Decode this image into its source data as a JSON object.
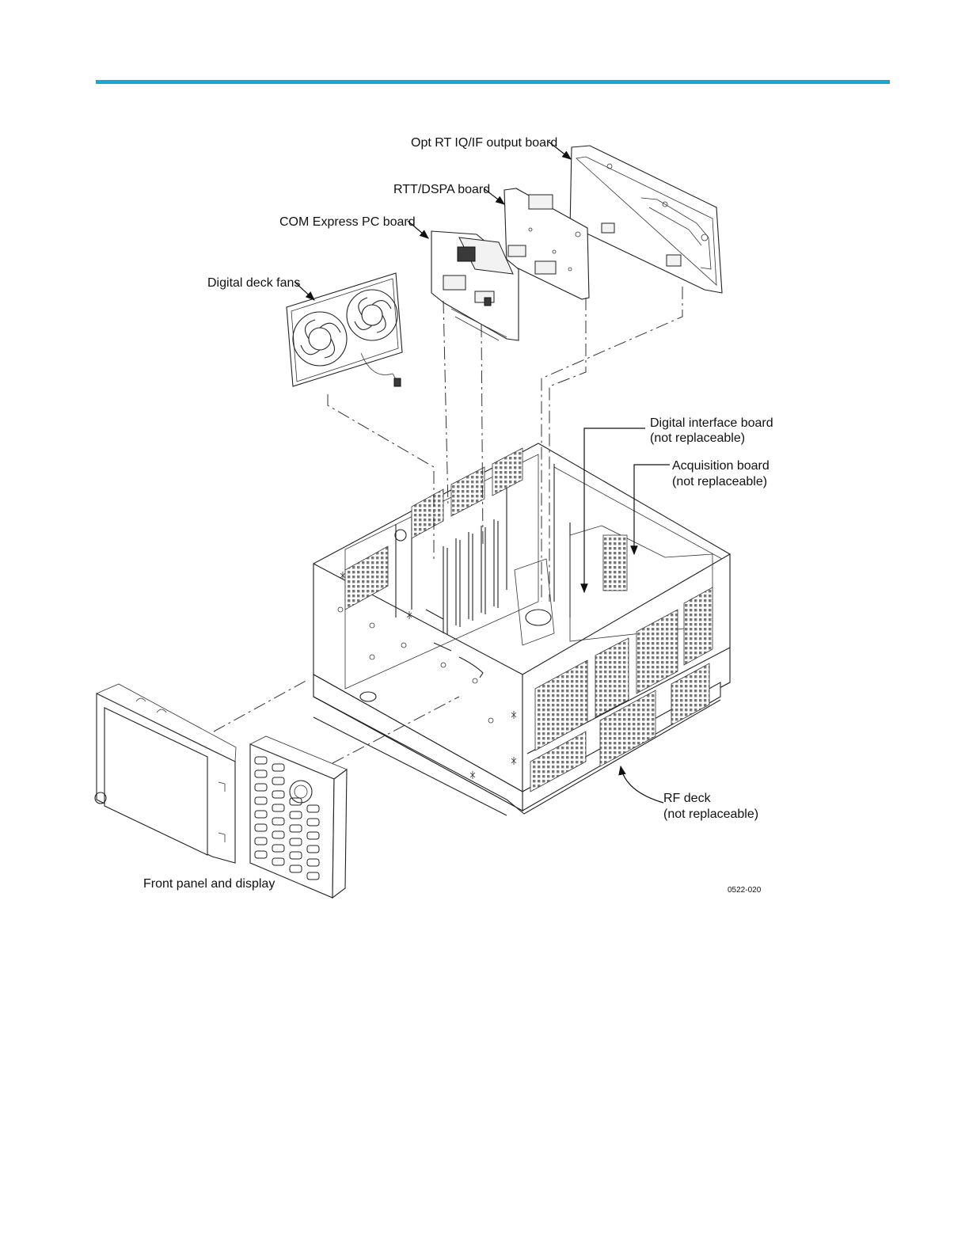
{
  "header": {
    "rule_color": "#1aa7d6"
  },
  "figure": {
    "id": "0522-020",
    "labels": {
      "iq_if_board": "Opt RT IQ/IF output board",
      "rtt_dspa_board": "RTT/DSPA board",
      "com_express_board": "COM Express PC board",
      "digital_deck_fans": "Digital deck fans",
      "digital_interface_board": [
        "Digital interface board",
        "(not replaceable)"
      ],
      "acquisition_board": [
        "Acquisition board",
        "(not replaceable)"
      ],
      "rf_deck": [
        "RF deck",
        "(not replaceable)"
      ],
      "front_panel_display": "Front panel and display"
    }
  }
}
